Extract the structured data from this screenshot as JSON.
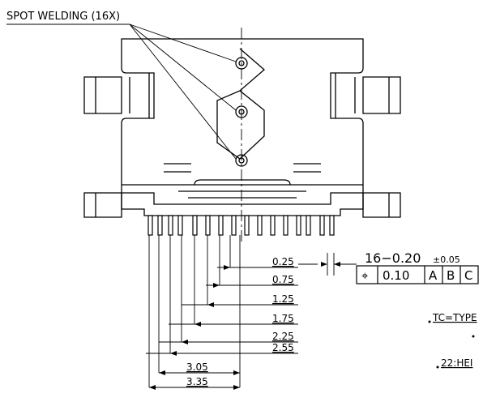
{
  "annotation": {
    "spot_welding": "SPOT WELDING (16X)"
  },
  "dimensions": {
    "right_side": [
      "0.25",
      "0.75",
      "1.25",
      "1.75",
      "2.25",
      "2.55"
    ],
    "bottom": [
      "3.05",
      "3.35"
    ]
  },
  "tolerance": {
    "callout": "16−0.20",
    "pm": "±0.05",
    "symbol": "⌖",
    "value": "0.10",
    "datums": [
      "A",
      "B",
      "C"
    ]
  },
  "notes": {
    "tc_note": "TC=TYPE",
    "height_note": "22:HEI"
  }
}
